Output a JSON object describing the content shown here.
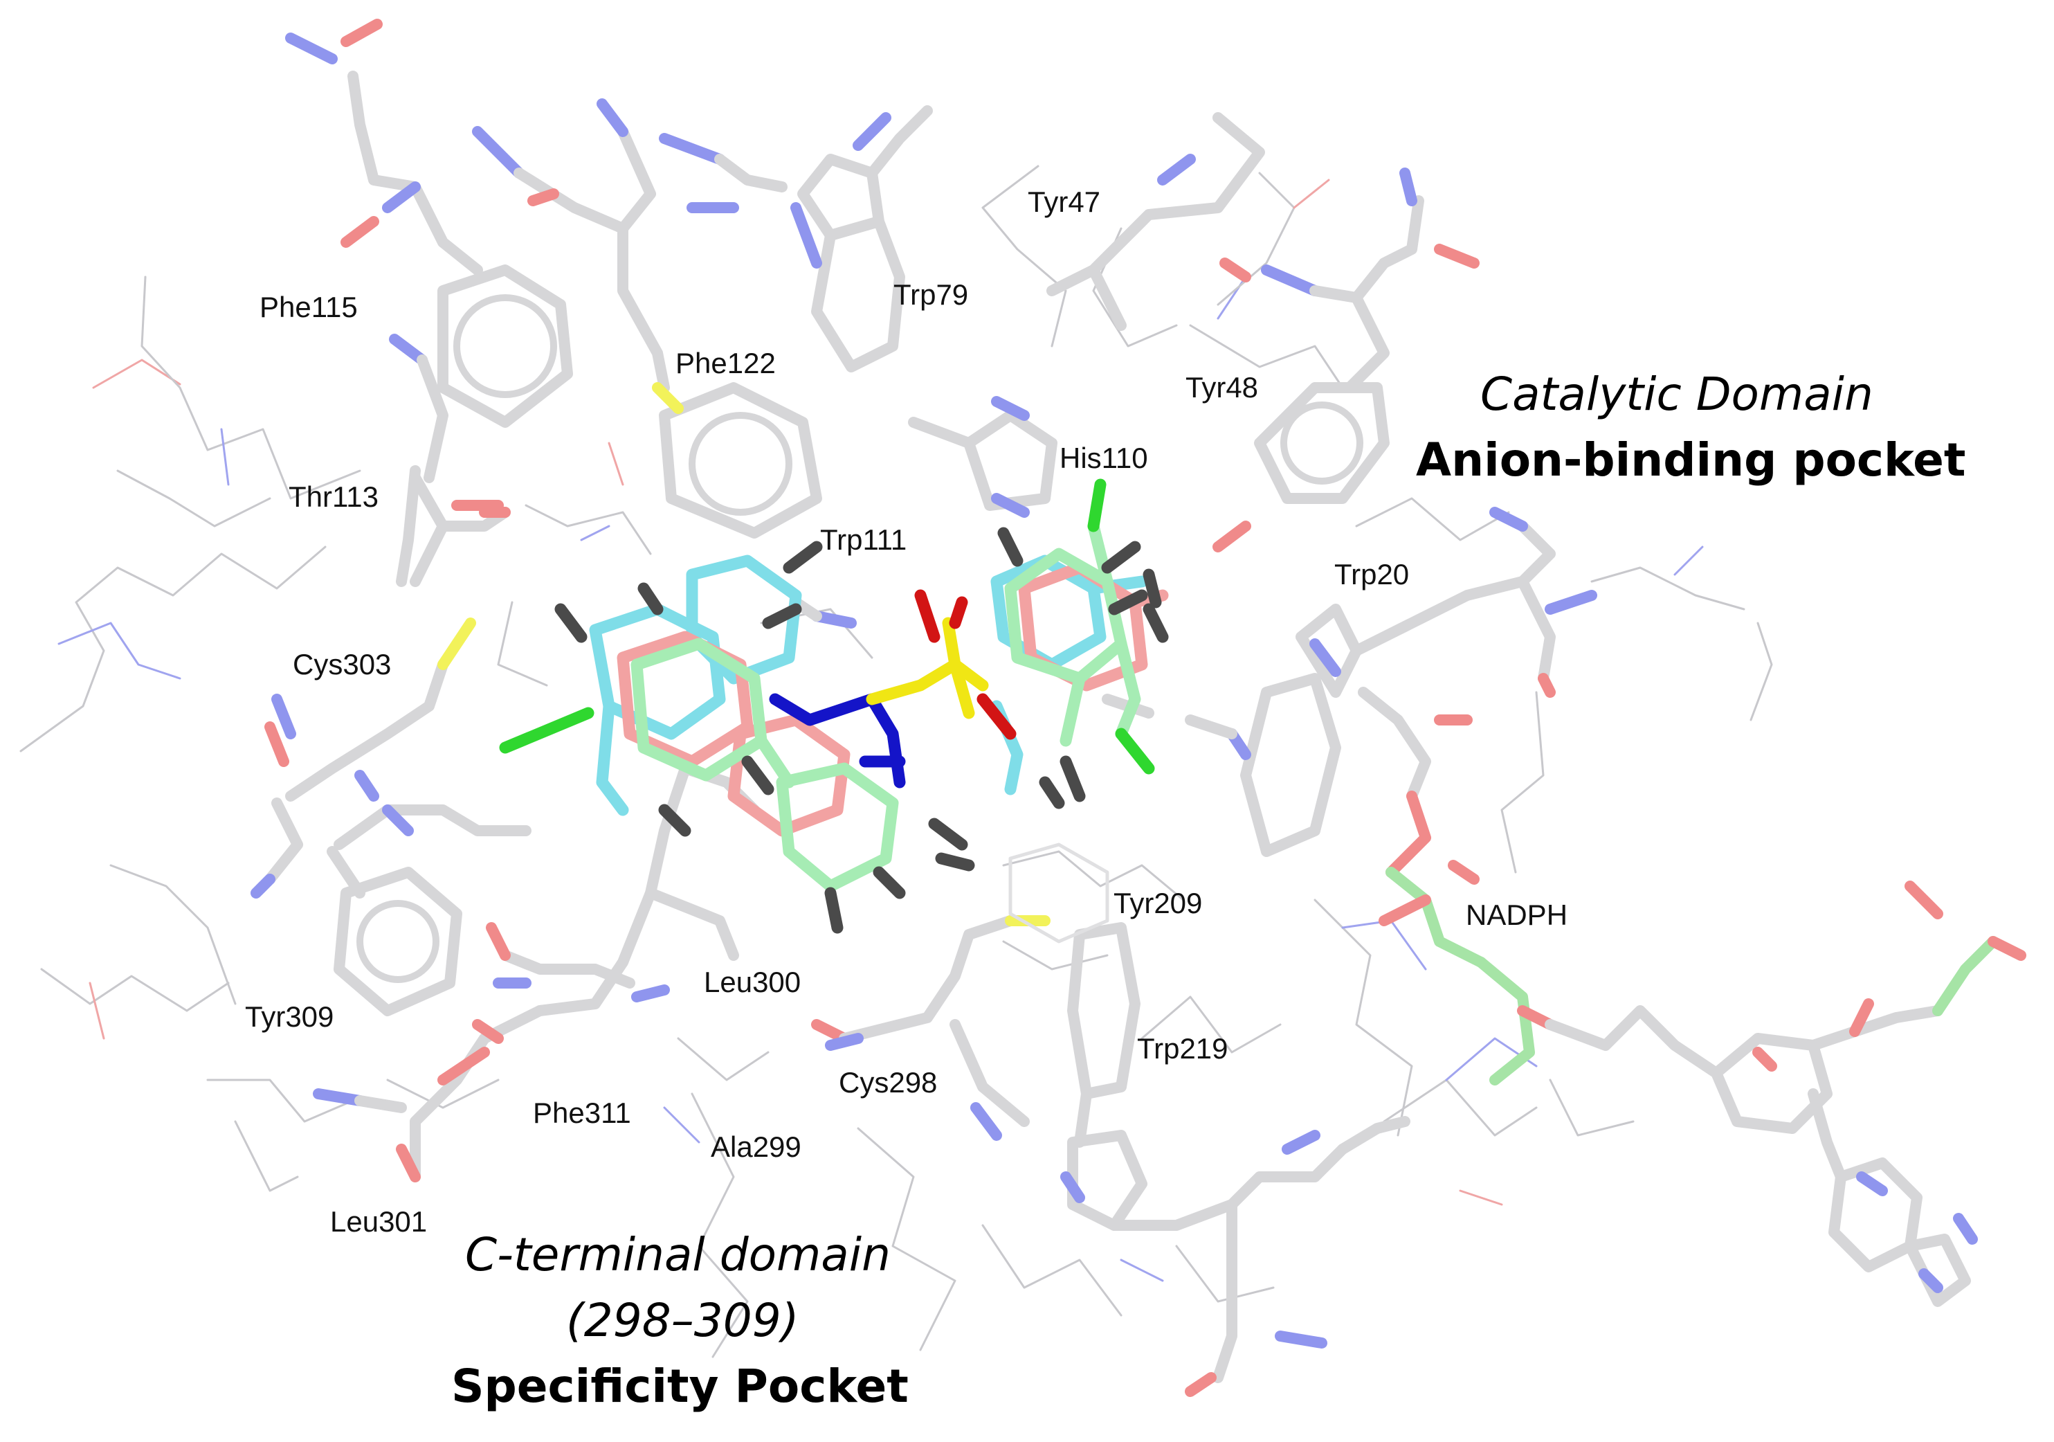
{
  "residues": [
    {
      "id": "phe115",
      "label": "Phe115"
    },
    {
      "id": "phe122",
      "label": "Phe122"
    },
    {
      "id": "trp79",
      "label": "Trp79"
    },
    {
      "id": "tyr47",
      "label": "Tyr47"
    },
    {
      "id": "tyr48",
      "label": "Tyr48"
    },
    {
      "id": "his110",
      "label": "His110"
    },
    {
      "id": "thr113",
      "label": "Thr113"
    },
    {
      "id": "trp111",
      "label": "Trp111"
    },
    {
      "id": "trp20",
      "label": "Trp20"
    },
    {
      "id": "cys303",
      "label": "Cys303"
    },
    {
      "id": "tyr209",
      "label": "Tyr209"
    },
    {
      "id": "nadph",
      "label": "NADPH"
    },
    {
      "id": "leu300",
      "label": "Leu300"
    },
    {
      "id": "tyr309",
      "label": "Tyr309"
    },
    {
      "id": "trp219",
      "label": "Trp219"
    },
    {
      "id": "cys298",
      "label": "Cys298"
    },
    {
      "id": "phe311",
      "label": "Phe311"
    },
    {
      "id": "ala299",
      "label": "Ala299"
    },
    {
      "id": "leu301",
      "label": "Leu301"
    }
  ],
  "regions": {
    "catalytic": {
      "line1": "Catalytic Domain",
      "line2": "Anion-binding pocket"
    },
    "cterminal": {
      "line1": "C-terminal domain",
      "line2": "(298–309)",
      "line3": "Specificity Pocket"
    }
  },
  "colors": {
    "carbon_protein": "#d4d4d6",
    "nitrogen": "#8f95ee",
    "oxygen": "#f08a8a",
    "sulfur": "#f2f25a",
    "ligand_cyan": "#7fdde8",
    "ligand_pink": "#f2a2a2",
    "ligand_green": "#a6ecb4",
    "chlorine": "#2fd72f",
    "hydrogen": "#4a4a4a",
    "ligand_nitrogen": "#1414c8",
    "ligand_sulfur": "#f0e614",
    "ligand_oxygen": "#d21414",
    "phosphorus_green": "#a6e4a6"
  }
}
